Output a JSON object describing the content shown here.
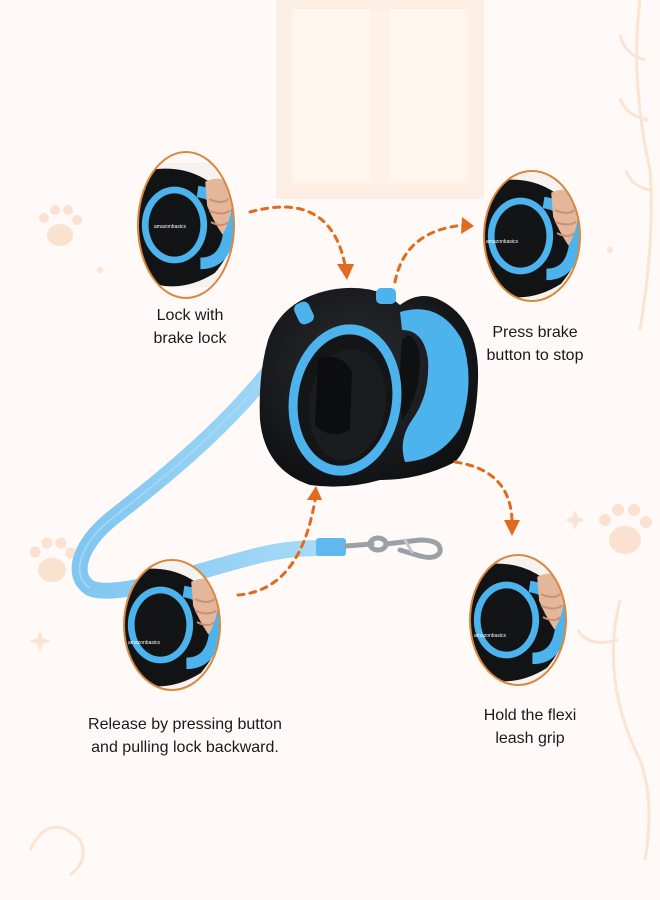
{
  "brand": {
    "logo_text": "amazonbasics"
  },
  "callouts": [
    {
      "id": "lock",
      "lines": [
        "Lock with",
        "brake lock"
      ]
    },
    {
      "id": "press",
      "lines": [
        "Press brake",
        "button to stop"
      ]
    },
    {
      "id": "release",
      "lines": [
        "Release by pressing button",
        "and pulling lock backward."
      ]
    },
    {
      "id": "hold",
      "lines": [
        "Hold the flexi",
        "leash grip"
      ]
    }
  ],
  "colors": {
    "accent_blue": "#4db3ec",
    "leash_blue": "#7fc4ef",
    "body_black": "#151618",
    "arrow_orange": "#e06a1e",
    "circle_border": "#d9883f",
    "background": "#fffaf7",
    "decor_peach": "#fbe4d4"
  },
  "icons": [
    "paw-print-icon",
    "dotted-arrow-icon"
  ]
}
